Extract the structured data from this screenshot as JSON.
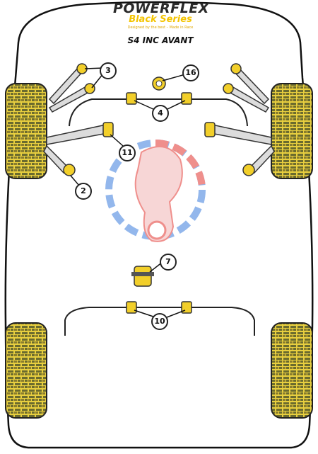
{
  "brand": {
    "name": "POWERFLEX",
    "series": "Black Series",
    "tagline": "Designed by the best – Made in Race"
  },
  "model": "S4 INC AVANT",
  "callouts": [
    {
      "id": "3",
      "label": "3"
    },
    {
      "id": "16",
      "label": "16"
    },
    {
      "id": "4",
      "label": "4"
    },
    {
      "id": "11",
      "label": "11"
    },
    {
      "id": "2",
      "label": "2"
    },
    {
      "id": "7",
      "label": "7"
    },
    {
      "id": "10",
      "label": "10"
    }
  ],
  "colors": {
    "outline": "#111111",
    "tyre": "#e8cf3f",
    "bush": "#f2cf2a",
    "arm": "#dcdcdc",
    "watermark_red": "#e3342f",
    "watermark_blue": "#3b7ddd"
  }
}
